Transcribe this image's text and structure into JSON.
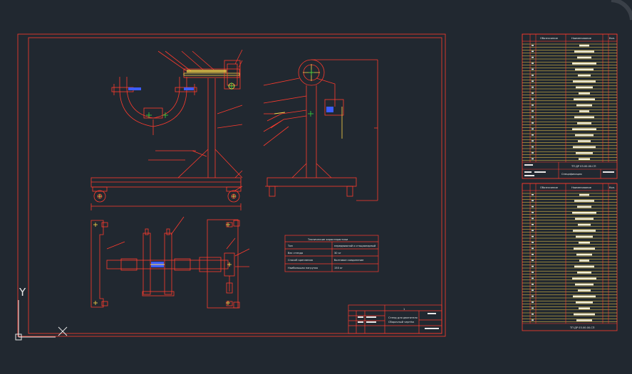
{
  "drawing": {
    "colors": {
      "background": "#212830",
      "frame": "#ff3b2e",
      "text": "#ffffff",
      "accent_yellow": "#ffd84a",
      "accent_blue": "#3d5cff",
      "center_mark": "#3bd63b"
    },
    "ucs": {
      "y_label": "Y",
      "x_label": "X"
    },
    "spec_table": {
      "title": "Технические характеристики",
      "rows": [
        {
          "label": "Тип",
          "value": "передвижной и стационарный"
        },
        {
          "label": "Вес стенда",
          "value": "30 кг"
        },
        {
          "label": "Способ крепления",
          "value": "болтовое соединение"
        },
        {
          "label": "Наибольшая нагрузка",
          "value": "150 кг"
        }
      ]
    },
    "title_block": {
      "title": "Стенд для двигателя",
      "subtitle": "Сборочный чертёж",
      "sheet": "1"
    },
    "spec_sheet_1": {
      "headers": [
        "Обозначение",
        "Наименование",
        "Кол."
      ],
      "footer": "ТП ДР 03.00.00.СП",
      "footer_name": "Спецификация"
    },
    "spec_sheet_2": {
      "headers": [
        "Обозначение",
        "Наименование",
        "Кол."
      ],
      "footer": "ТП ДР 03.00.00.СП"
    }
  }
}
